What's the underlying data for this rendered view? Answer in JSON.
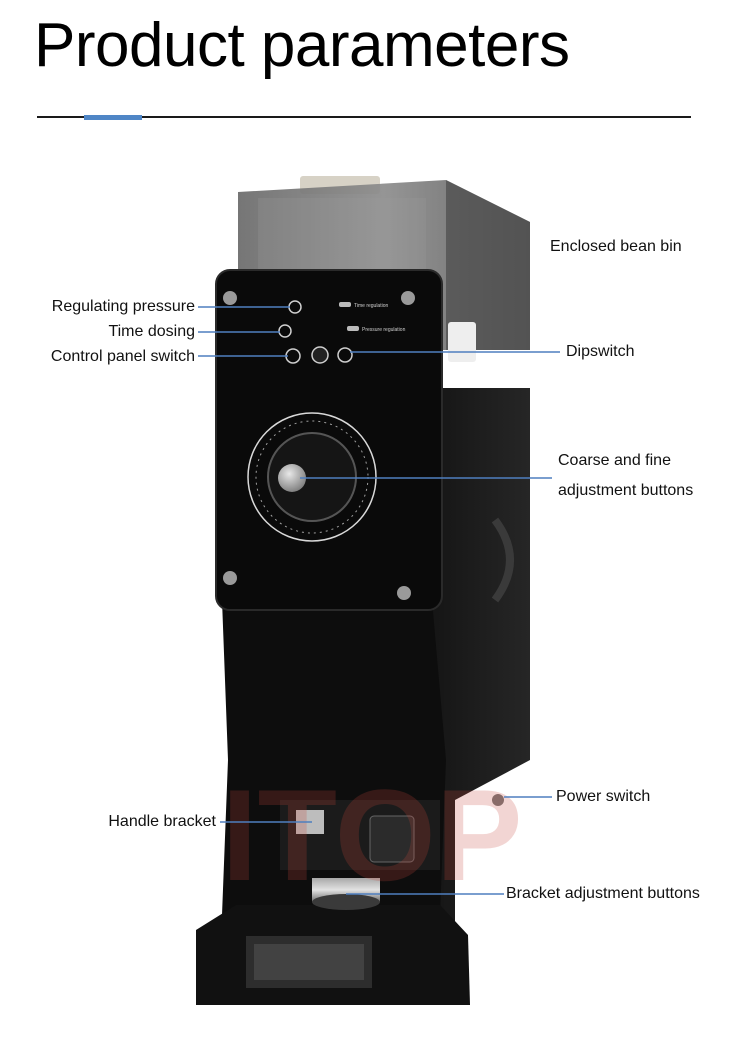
{
  "header": {
    "title": "Product parameters",
    "accent_color": "#4f86c6"
  },
  "watermark": {
    "text": "ITOP"
  },
  "callouts": {
    "bean_bin": "Enclosed bean bin",
    "regulating_pressure": "Regulating pressure",
    "time_dosing": "Time dosing",
    "control_panel_switch": "Control panel switch",
    "dipswitch": "Dipswitch",
    "coarse_fine_line1": "Coarse and fine",
    "coarse_fine_line2": "adjustment buttons",
    "power_switch": "Power switch",
    "handle_bracket": "Handle bracket",
    "bracket_adjustment": "Bracket adjustment buttons"
  },
  "panel": {
    "time_regulation": "Time regulation",
    "pressure_regulation": "Pressure regulation"
  },
  "colors": {
    "machine_body": "#0d0d0d",
    "leader_line": "#4f7fbf"
  }
}
